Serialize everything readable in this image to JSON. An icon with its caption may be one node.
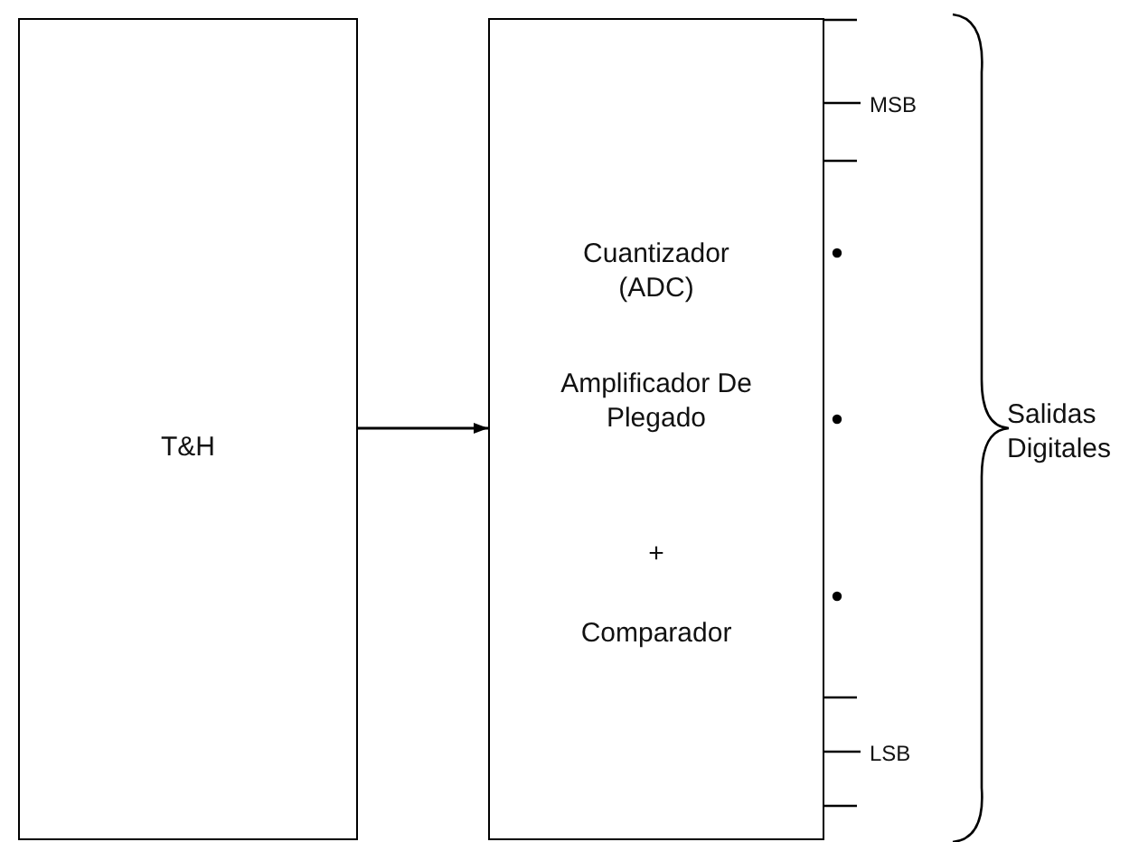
{
  "diagram": {
    "nodes": [
      {
        "text": [
          "T&H"
        ]
      },
      {
        "text": [
          "Cuantizador (ADC)",
          "Amplificador De Plegado",
          "+",
          "Comparador"
        ]
      }
    ],
    "edges": [
      {
        "from": 0,
        "to": 1,
        "arrow": "to"
      }
    ],
    "labels": [
      "MSB",
      "LSB",
      "Salidas Digitales"
    ]
  }
}
